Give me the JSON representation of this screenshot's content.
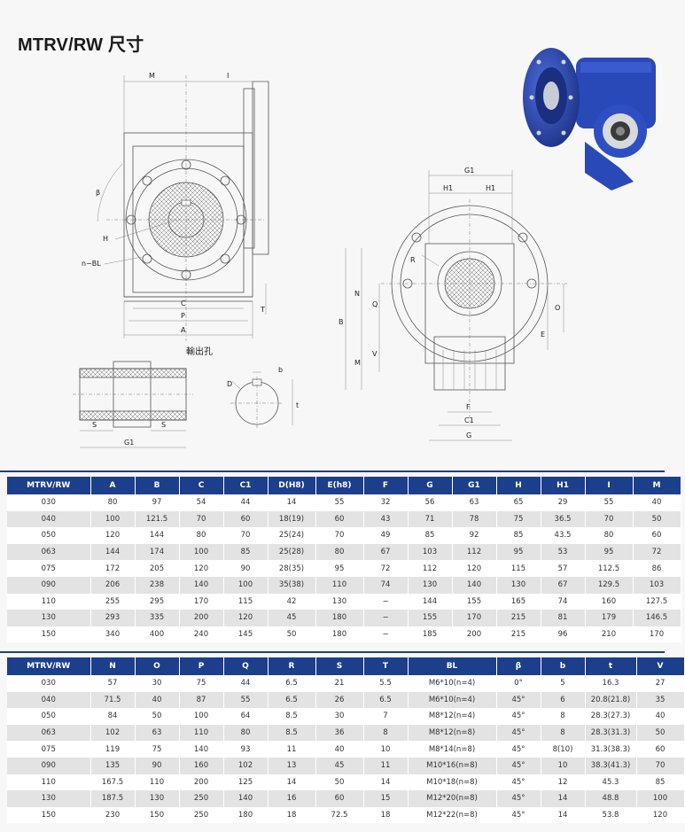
{
  "title": "MTRV/RW 尺寸",
  "drawing_labels": {
    "M": "M",
    "I": "I",
    "beta": "β",
    "H": "H",
    "nBL": "n−BL",
    "C": "C",
    "P": "P",
    "A": "A",
    "T": "T",
    "outlet": "輸出孔",
    "S": "S",
    "G1": "G1",
    "D": "D",
    "b": "b",
    "t": "t",
    "H1": "H1",
    "R": "R",
    "B": "B",
    "N": "N",
    "Q": "Q",
    "V": "V",
    "O": "O",
    "E": "E",
    "F": "F",
    "C1": "C1",
    "G": "G"
  },
  "table1": {
    "headers": [
      "MTRV/RW",
      "A",
      "B",
      "C",
      "C1",
      "D(H8)",
      "E(h8)",
      "F",
      "G",
      "G1",
      "H",
      "H1",
      "I",
      "M"
    ],
    "rows": [
      [
        "030",
        "80",
        "97",
        "54",
        "44",
        "14",
        "55",
        "32",
        "56",
        "63",
        "65",
        "29",
        "55",
        "40"
      ],
      [
        "040",
        "100",
        "121.5",
        "70",
        "60",
        "18(19)",
        "60",
        "43",
        "71",
        "78",
        "75",
        "36.5",
        "70",
        "50"
      ],
      [
        "050",
        "120",
        "144",
        "80",
        "70",
        "25(24)",
        "70",
        "49",
        "85",
        "92",
        "85",
        "43.5",
        "80",
        "60"
      ],
      [
        "063",
        "144",
        "174",
        "100",
        "85",
        "25(28)",
        "80",
        "67",
        "103",
        "112",
        "95",
        "53",
        "95",
        "72"
      ],
      [
        "075",
        "172",
        "205",
        "120",
        "90",
        "28(35)",
        "95",
        "72",
        "112",
        "120",
        "115",
        "57",
        "112.5",
        "86"
      ],
      [
        "090",
        "206",
        "238",
        "140",
        "100",
        "35(38)",
        "110",
        "74",
        "130",
        "140",
        "130",
        "67",
        "129.5",
        "103"
      ],
      [
        "110",
        "255",
        "295",
        "170",
        "115",
        "42",
        "130",
        "−",
        "144",
        "155",
        "165",
        "74",
        "160",
        "127.5"
      ],
      [
        "130",
        "293",
        "335",
        "200",
        "120",
        "45",
        "180",
        "−",
        "155",
        "170",
        "215",
        "81",
        "179",
        "146.5"
      ],
      [
        "150",
        "340",
        "400",
        "240",
        "145",
        "50",
        "180",
        "−",
        "185",
        "200",
        "215",
        "96",
        "210",
        "170"
      ]
    ]
  },
  "table2": {
    "headers": [
      "MTRV/RW",
      "N",
      "O",
      "P",
      "Q",
      "R",
      "S",
      "T",
      "BL",
      "β",
      "b",
      "t",
      "V"
    ],
    "rows": [
      [
        "030",
        "57",
        "30",
        "75",
        "44",
        "6.5",
        "21",
        "5.5",
        "M6*10(n=4)",
        "0°",
        "5",
        "16.3",
        "27"
      ],
      [
        "040",
        "71.5",
        "40",
        "87",
        "55",
        "6.5",
        "26",
        "6.5",
        "M6*10(n=4)",
        "45°",
        "6",
        "20.8(21.8)",
        "35"
      ],
      [
        "050",
        "84",
        "50",
        "100",
        "64",
        "8.5",
        "30",
        "7",
        "M8*12(n=4)",
        "45°",
        "8",
        "28.3(27.3)",
        "40"
      ],
      [
        "063",
        "102",
        "63",
        "110",
        "80",
        "8.5",
        "36",
        "8",
        "M8*12(n=8)",
        "45°",
        "8",
        "28.3(31.3)",
        "50"
      ],
      [
        "075",
        "119",
        "75",
        "140",
        "93",
        "11",
        "40",
        "10",
        "M8*14(n=8)",
        "45°",
        "8(10)",
        "31.3(38.3)",
        "60"
      ],
      [
        "090",
        "135",
        "90",
        "160",
        "102",
        "13",
        "45",
        "11",
        "M10*16(n=8)",
        "45°",
        "10",
        "38.3(41.3)",
        "70"
      ],
      [
        "110",
        "167.5",
        "110",
        "200",
        "125",
        "14",
        "50",
        "14",
        "M10*18(n=8)",
        "45°",
        "12",
        "45.3",
        "85"
      ],
      [
        "130",
        "187.5",
        "130",
        "250",
        "140",
        "16",
        "60",
        "15",
        "M12*20(n=8)",
        "45°",
        "14",
        "48.8",
        "100"
      ],
      [
        "150",
        "230",
        "150",
        "250",
        "180",
        "18",
        "72.5",
        "18",
        "M12*22(n=8)",
        "45°",
        "14",
        "53.8",
        "120"
      ]
    ]
  },
  "colors": {
    "header_bg": "#1c3f8c",
    "row_alt": "#e3e3e3",
    "motor_blue": "#2a49b8"
  }
}
